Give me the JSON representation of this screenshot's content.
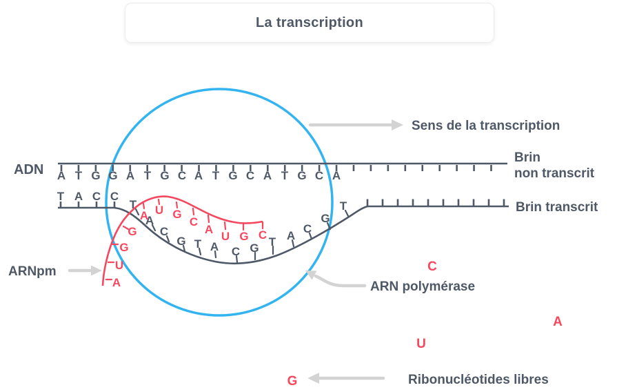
{
  "title": "La transcription",
  "labels": {
    "adn": "ADN",
    "sens": "Sens de la transcription",
    "brin_non_transcrit": [
      "Brin",
      "non transcrit"
    ],
    "brin_transcrit": "Brin transcrit",
    "arnpm": "ARNpm",
    "arn_polymerase": "ARN polymérase",
    "ribonucleotides_libres": "Ribonucléotides libres"
  },
  "seq": {
    "non_transcribed": [
      "A",
      "T",
      "G",
      "G",
      "A",
      "T",
      "G",
      "C",
      "A",
      "T",
      "G",
      "C",
      "A",
      "T",
      "G",
      "C",
      "A"
    ],
    "transcribed_left": [
      "T",
      "A",
      "C",
      "C"
    ],
    "transcribed_bubble": [
      "T",
      "A",
      "C",
      "G",
      "T",
      "A",
      "C",
      "G",
      "T",
      "A",
      "C",
      "G",
      "T"
    ],
    "arn": [
      "A",
      "U",
      "G",
      "G",
      "A",
      "U",
      "G",
      "C",
      "A",
      "U",
      "G",
      "C"
    ],
    "free": [
      "C",
      "A",
      "U",
      "G"
    ]
  },
  "colors": {
    "ink": "#4e5866",
    "rna": "#f5475e",
    "polymerase_circle": "#33b4f1",
    "arrow": "#d3d3d3",
    "background": "#ffffff"
  }
}
